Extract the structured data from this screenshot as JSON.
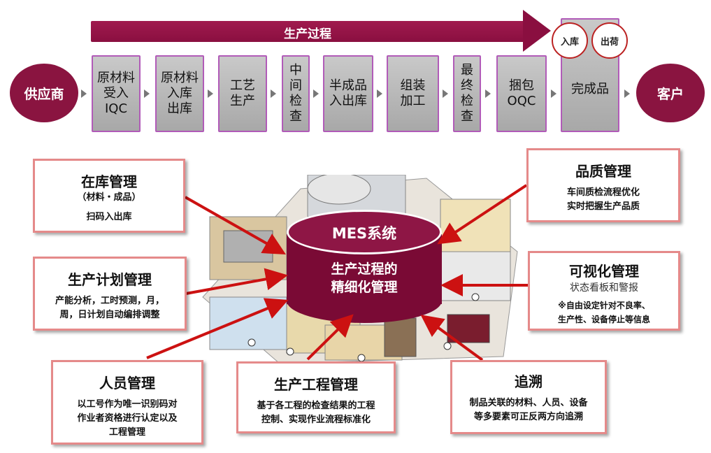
{
  "process": {
    "arrow_label": "生产过程",
    "supplier": "供应商",
    "customer": "客户",
    "steps": [
      "原材料\n受入\nIQC",
      "原材料\n入库\n出库",
      "工艺\n生产",
      "中\n间\n检\n查",
      "半成品\n入出库",
      "组装\n加工",
      "最\n终\n检\n查",
      "捆包\nOQC",
      "完成品"
    ],
    "warehouse_in": "入库",
    "warehouse_out": "出荷"
  },
  "center": {
    "title": "MES系统",
    "subtitle": "生产过程的\n精细化管理"
  },
  "boxes": {
    "inventory": {
      "title": "在库管理",
      "subtitle": "（材料・成品）",
      "text": "扫码入出库"
    },
    "planning": {
      "title": "生产计划管理",
      "text": "产能分析，工时预测，月，\n周，日计划自动编排调整"
    },
    "personnel": {
      "title": "人员管理",
      "text": "以工号作为唯一识别码对\n作业者资格进行认定以及\n工程管理"
    },
    "process_mgmt": {
      "title": "生产工程管理",
      "text": "基于各工程的检查结果的工程\n控制、实现作业流程标准化"
    },
    "quality": {
      "title": "品质管理",
      "text": "车间质检流程优化\n实时把握生产品质"
    },
    "visual": {
      "title": "可视化管理",
      "subtitle": "状态看板和警报",
      "text": "※自由设定针对不良率、\n生产性、设备停止等信息"
    },
    "trace": {
      "title": "追溯",
      "text": "制品关联的材料、人员、设备\n等多要素可正反两方向追溯"
    }
  },
  "colors": {
    "accent": "#8a1440",
    "box_border": "#e58a8a",
    "step_border": "#b15bb8",
    "arrow_red": "#cc1111"
  }
}
